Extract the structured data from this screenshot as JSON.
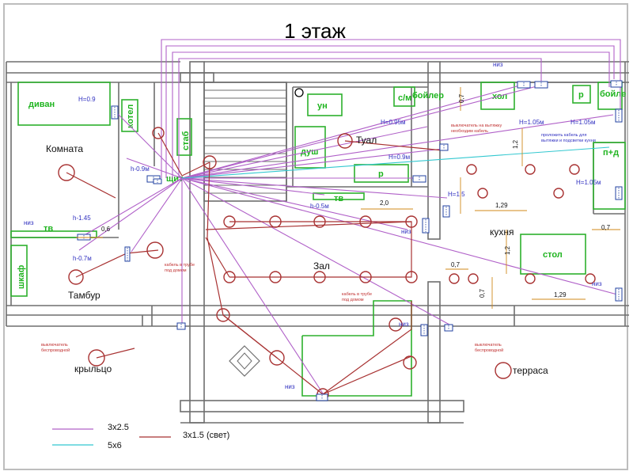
{
  "title": "1 этаж",
  "colors": {
    "wall": "#6e6e6e",
    "furniture": "#2db02d",
    "power": "#b060c8",
    "light": "#a83232",
    "cable5": "#33c8d0",
    "note": "#c03030",
    "label_green": "#1fb41f",
    "label_blue": "#3030c0",
    "dim": "#d08a1a"
  },
  "rooms": {
    "komnata": "Комната",
    "tambur": "Тамбур",
    "kryltso": "крыльцо",
    "tual": "Туал",
    "zal": "Зал",
    "kukhnya": "кухня",
    "terrasa": "терраса"
  },
  "furniture": {
    "divan": "диван",
    "kotel": "котел",
    "stab": "стаб",
    "un": "ун",
    "sm": "с/м",
    "boiler1": "бойлер",
    "dush": "душ",
    "r1": "р",
    "khol": "хол",
    "r2": "р",
    "boiler2": "бойле",
    "pd": "п+д",
    "tv": "тв",
    "shkaf": "шкаф",
    "stol": "стол",
    "tv2": "тв",
    "shchit": "щит"
  },
  "notes": {
    "h09a": "H=0.9",
    "h095": "H=0.95м",
    "h09b": "H=0.9м",
    "h09c": "h-0.9м",
    "h145": "h-1.45",
    "h07": "h-0.7м",
    "h05": "h-0.5м",
    "h15": "H=1.5",
    "h105a": "H=1.05м",
    "h105b": "H=1.05м",
    "h105c": "H=1.05м",
    "niz1": "низ",
    "niz2": "низ",
    "niz3": "низ",
    "niz4": "низ",
    "niz5": "низ",
    "niz6": "низ",
    "switch_hood": "выключатель на вытяжку",
    "switch_hood2": "необходим кабель",
    "cable_pipe1": "кабель в трубе",
    "cable_pipe1b": "под домом",
    "cable_pipe2": "кабель в трубе",
    "cable_pipe2b": "под домом",
    "sw_wireless1": "выключатель",
    "sw_wireless1b": "беспроводной",
    "sw_wireless2": "выключатель",
    "sw_wireless2b": "беспроводной",
    "kitchen_note": "проложить кабель для",
    "kitchen_note2": "вытяжки и подсветки кухни"
  },
  "dims": {
    "d07a": "0,7",
    "d12a": "1,2",
    "d20": "2,0",
    "d129a": "1,29",
    "d12b": "1,2",
    "d07b": "0,7",
    "d07c": "0,7",
    "d07d": "0,7",
    "d129b": "1,29",
    "d06": "0,6"
  },
  "legend": [
    {
      "label": "3x2.5",
      "color": "#b060c8"
    },
    {
      "label": "5x6",
      "color": "#33c8d0"
    },
    {
      "label": "3x1.5 (свет)",
      "color": "#a83232"
    }
  ]
}
